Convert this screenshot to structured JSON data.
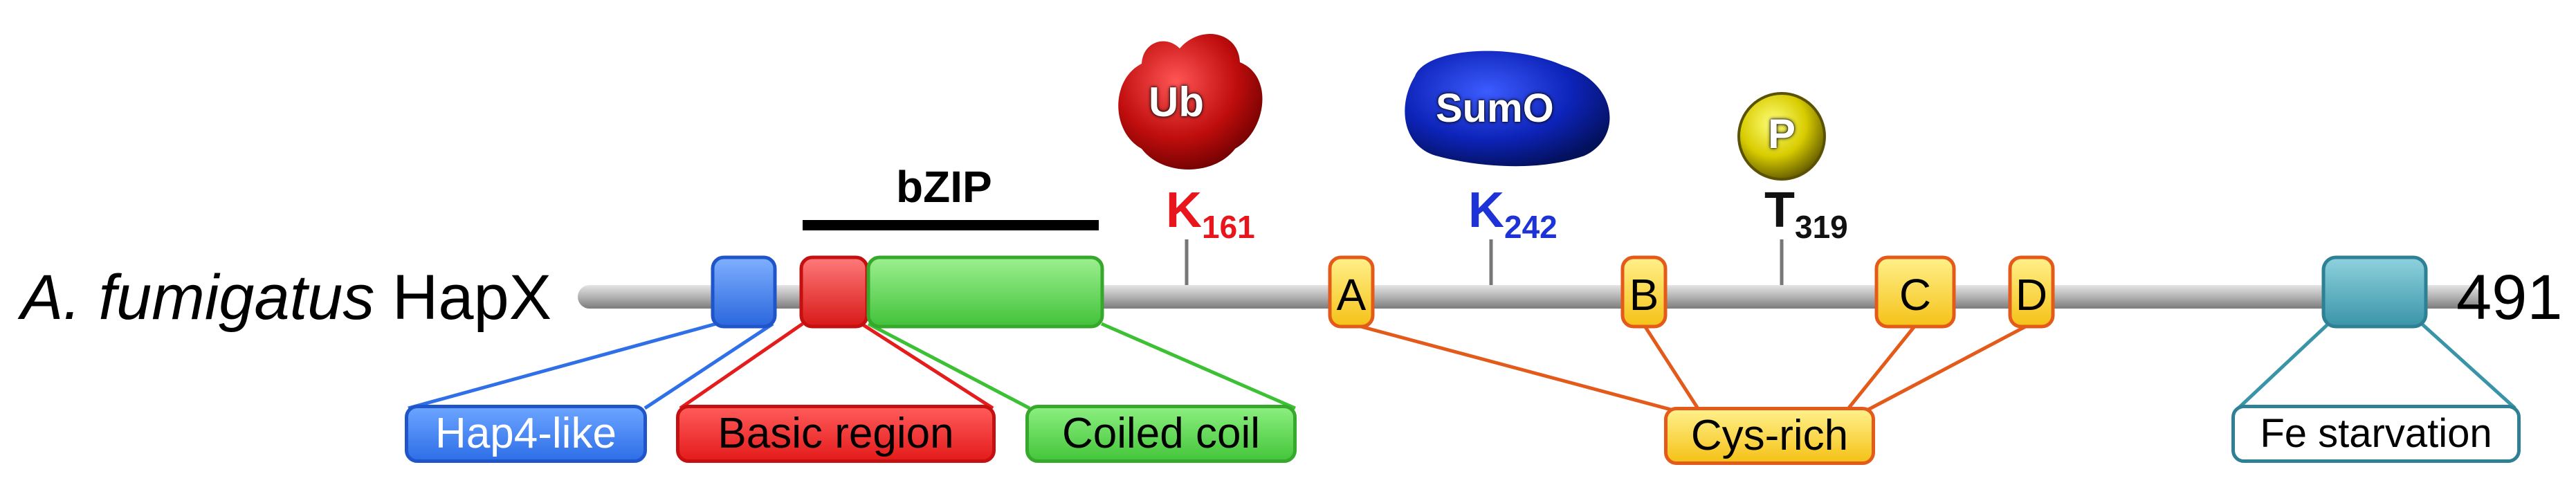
{
  "protein": {
    "species": "A. fumigatus",
    "name": "HapX",
    "length": "491"
  },
  "domains": {
    "bzip": {
      "label": "bZIP"
    },
    "hap4_like": {
      "label": "Hap4-like",
      "color": "#3a7ef0"
    },
    "basic_region": {
      "label": "Basic region",
      "color": "#ee2a2a"
    },
    "coiled_coil": {
      "label": "Coiled coil",
      "color": "#55d04a"
    },
    "cys_rich": {
      "label": "Cys-rich",
      "color": "#ffd22a",
      "motifs": [
        "A",
        "B",
        "C",
        "D"
      ]
    },
    "fe_starvation": {
      "label": "Fe starvation",
      "color": "#4aa6b8"
    }
  },
  "modifications": [
    {
      "tag": "Ub",
      "residue": "K",
      "position": "161",
      "color": "#e8161c"
    },
    {
      "tag": "SumO",
      "residue": "K",
      "position": "242",
      "color": "#1d33d8"
    },
    {
      "tag": "P",
      "residue": "T",
      "position": "319",
      "color": "#111111"
    }
  ]
}
